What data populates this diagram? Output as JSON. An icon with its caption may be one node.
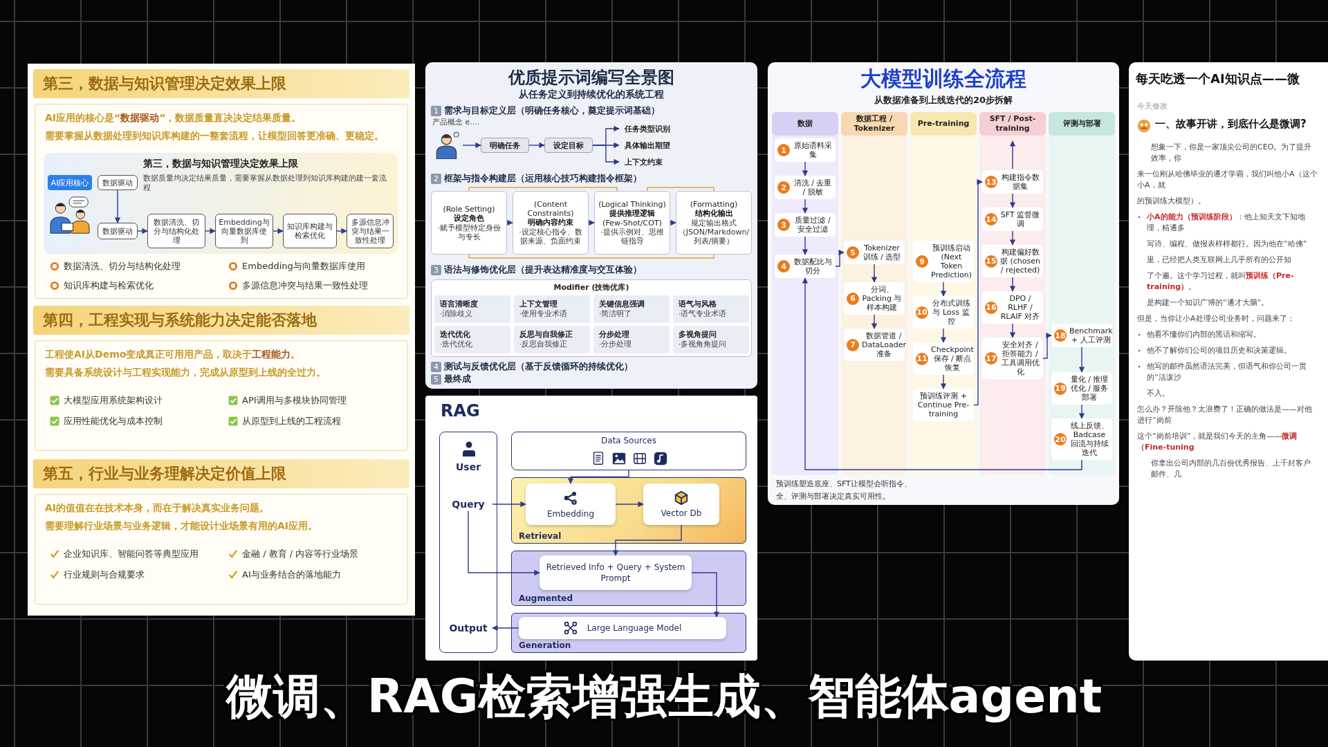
{
  "diagram": {
    "caption": "微调、RAG检索增强生成、智能体agent",
    "nodes": [
      {
        "text": [
          "第三，数据与知识管理决定效果上限"
        ]
      },
      {
        "text": [
          "AI应用的核心是“**数据驱动**”，数据质量直决决定结果质量。",
          "需要掌握从数据处理到知识库构建的一整套流程，让模型回答更准确、更稳定。"
        ]
      },
      {
        "text": [
          "第三，数据与知识管理决定效果上限"
        ],
        "in": 1
      },
      {
        "text": [
          "AI应用核心"
        ],
        "in": 2
      },
      {
        "text": [
          "数据驱动"
        ],
        "in": 2,
        "beside": [
          "数据质量均决定结果质量，需要掌握从数据处理到知识库构建的建一套流程"
        ]
      },
      {
        "text": [
          "数据驱动"
        ],
        "in": 2
      },
      {
        "text": [
          "数据清洗、切分与结构化处理"
        ],
        "in": 2
      },
      {
        "text": [
          "Embedding与向量数据库使到"
        ],
        "in": 2
      },
      {
        "text": [
          "知识库构建与检索优化"
        ],
        "in": 2
      },
      {
        "text": [
          "多源信息冲突与结果一致性处理"
        ],
        "in": 2
      },
      {
        "text": [
          "第四，工程实现与系统能力决定能否落地"
        ]
      },
      {
        "text": [
          "工程使AI从Demo变成真正可用用产品，取决于**工程能力**。",
          "需要具备系统设计与工程实现能力，完成从原型到上线的全过力。"
        ]
      },
      {
        "text": [
          "第五，行业与业务理解决定价值上限"
        ]
      },
      {
        "text": [
          "AI的值值在在技术本身，而在于解决真实业务问题。",
          "需要理解行业场景与业务逻辑，才能设计业场景有用的AI应用。"
        ]
      },
      {
        "text": [
          "优质提示词编写全景图",
          "从任务定义到持续优化的系统工程"
        ]
      },
      {
        "text": [],
        "shape": "person",
        "in": 14,
        "beside": [
          "产品概念 e...."
        ]
      },
      {
        "text": [
          "明确任务"
        ],
        "in": 14
      },
      {
        "text": [
          "设定目标"
        ],
        "in": 14
      },
      {
        "text": [
          "任务类型识别"
        ],
        "in": 14
      },
      {
        "text": [
          "具体输出期望"
        ],
        "in": 14
      },
      {
        "text": [
          "上下文约束"
        ],
        "in": 14
      },
      {
        "text": [
          "(Role Setting)",
          "设定角色",
          "·赋予模型特定身份与专长"
        ],
        "in": 14
      },
      {
        "text": [
          "(Content Constraints)",
          "明确内容约束",
          "·设定核心指令、数据来源、负面约束"
        ],
        "in": 14
      },
      {
        "text": [
          "(Logical Thinking)",
          "提供推理逻辑",
          "(Few-Shot/COT)",
          "·提供示例对、思维链指导"
        ],
        "in": 14
      },
      {
        "text": [
          "(Formatting)",
          "结构化输出",
          "规定输出格式（JSON/Markdown/列表/摘要）"
        ],
        "in": 14
      },
      {
        "text": [
          "Modifier (技饰优库)"
        ],
        "in": 14
      },
      {
        "text": [
          "语言清晰度",
          "·消除歧义"
        ],
        "in": 25
      },
      {
        "text": [
          "上下文管理",
          "·使用专业术语"
        ],
        "in": 25
      },
      {
        "text": [
          "关键信息强调",
          "·简洁明了"
        ],
        "in": 25
      },
      {
        "text": [
          "语气与风格",
          "·语气专业术语"
        ],
        "in": 25
      },
      {
        "text": [
          "迭代优化",
          "·迭代优化"
        ],
        "in": 25
      },
      {
        "text": [
          "反思与自我修正",
          "·反思自我修正"
        ],
        "in": 25
      },
      {
        "text": [
          "分步处理",
          "·分步处理"
        ],
        "in": 25
      },
      {
        "text": [
          "多视角提问",
          "·多视角角提问"
        ],
        "in": 25
      },
      {
        "text": [
          "大模型训练全流程",
          "从数据准备到上线迭代的20步拆解"
        ]
      },
      {
        "text": [
          "数据"
        ],
        "in": 34
      },
      {
        "text": [
          "数据工程 / Tokenizer"
        ],
        "in": 34
      },
      {
        "text": [
          "Pre-training"
        ],
        "in": 34
      },
      {
        "text": [
          "SFT / Post-training"
        ],
        "in": 34
      },
      {
        "text": [
          "评测与部署"
        ],
        "in": 34
      },
      {
        "text": [
          "1",
          "原始语料采集"
        ],
        "in": 35
      },
      {
        "text": [
          "2",
          "清洗 / 去重 / 脱敏"
        ],
        "in": 35
      },
      {
        "text": [
          "3",
          "质量过滤 / 安全过滤"
        ],
        "in": 35
      },
      {
        "text": [
          "4",
          "数据配比与切分"
        ],
        "in": 35
      },
      {
        "text": [
          "5",
          "Tokenizer 训练 / 选型"
        ],
        "in": 36
      },
      {
        "text": [
          "6",
          "分词、Packing 与样本构建"
        ],
        "in": 36
      },
      {
        "text": [
          "7",
          "数据管道 / DataLoader 准备"
        ],
        "in": 36
      },
      {
        "text": [
          "9",
          "预训练启动 (Next Token Prediction)"
        ],
        "in": 37
      },
      {
        "text": [
          "10",
          "分布式训练与 Loss 监控"
        ],
        "in": 37
      },
      {
        "text": [
          "11",
          "Checkpoint 保存 / 断点恢复"
        ],
        "in": 37
      },
      {
        "text": [
          "预训练评测 + Continue Pre-training"
        ],
        "in": 37
      },
      {
        "text": [
          "13",
          "构建指令数据集"
        ],
        "in": 38
      },
      {
        "text": [
          "14",
          "SFT 监督微调"
        ],
        "in": 38
      },
      {
        "text": [
          "15",
          "构建偏好数据 (chosen / rejected)"
        ],
        "in": 38
      },
      {
        "text": [
          "16",
          "DPO / RLHF / RLAIF 对齐"
        ],
        "in": 38
      },
      {
        "text": [
          "17",
          "安全对齐 / 拒答能力 / 工具调用优化"
        ],
        "in": 38
      },
      {
        "text": [
          "18",
          "Benchmark + 人工评测"
        ],
        "in": 39
      },
      {
        "text": [
          "19",
          "量化 / 推理优化 / 服务部署"
        ],
        "in": 39
      },
      {
        "text": [
          "20",
          "线上反馈、Badcase 回流与持续迭代"
        ],
        "in": 39
      },
      {
        "text": [
          "每天吃透一个AI知识点——微"
        ]
      },
      {
        "text": [
          "RAG"
        ]
      },
      {
        "text": [
          "User"
        ],
        "in": 60
      },
      {
        "text": [
          "Query"
        ],
        "in": 61
      },
      {
        "text": [
          "Output"
        ],
        "in": 61
      },
      {
        "text": [
          "Data Sources"
        ],
        "in": 60
      },
      {
        "text": [
          "Retrieval"
        ],
        "in": 60
      },
      {
        "text": [
          "Embedding"
        ],
        "in": 65
      },
      {
        "text": [
          "Vector Db"
        ],
        "in": 65
      },
      {
        "text": [
          "Augmented"
        ],
        "in": 60
      },
      {
        "text": [
          "Retrieved Info + Query + System Prompt"
        ],
        "in": 68
      },
      {
        "text": [
          "Generation"
        ],
        "in": 60
      },
      {
        "text": [
          "Large Language Model"
        ],
        "in": 70
      }
    ],
    "edges": [
      {
        "from": 4,
        "to": 5,
        "arrow": "to"
      },
      {
        "from": 5,
        "to": 6,
        "arrow": "to"
      },
      {
        "from": 6,
        "to": 7,
        "arrow": "to"
      },
      {
        "from": 7,
        "to": 8,
        "arrow": "to"
      },
      {
        "from": 8,
        "to": 9,
        "arrow": "to"
      },
      {
        "from": 15,
        "to": 16,
        "arrow": "to"
      },
      {
        "from": 16,
        "to": 17,
        "arrow": "to"
      },
      {
        "from": 17,
        "to": 18,
        "arrow": "to"
      },
      {
        "from": 17,
        "to": 19,
        "arrow": "to"
      },
      {
        "from": 17,
        "to": 20,
        "arrow": "to"
      },
      {
        "from": 21,
        "to": 22,
        "arrow": "to"
      },
      {
        "from": 22,
        "to": 23,
        "arrow": "to"
      },
      {
        "from": 23,
        "to": 24,
        "arrow": "to"
      },
      {
        "from": 21,
        "to": 23,
        "arrow": "none",
        "color": "#e3a33a"
      },
      {
        "from": 23,
        "to": 24,
        "arrow": "none",
        "color": "#e3a33a"
      },
      {
        "from": 21,
        "to": 24,
        "arrow": "none",
        "color": "#e3a33a"
      },
      {
        "from": 40,
        "to": 41,
        "arrow": "to"
      },
      {
        "from": 41,
        "to": 42,
        "arrow": "to"
      },
      {
        "from": 42,
        "to": 43,
        "arrow": "to"
      },
      {
        "from": 43,
        "to": 44,
        "arrow": "to"
      },
      {
        "from": 44,
        "to": 45,
        "arrow": "to"
      },
      {
        "from": 45,
        "to": 46,
        "arrow": "to"
      },
      {
        "from": 47,
        "to": 48,
        "arrow": "to"
      },
      {
        "from": 48,
        "to": 49,
        "arrow": "to"
      },
      {
        "from": 49,
        "to": 50,
        "arrow": "to"
      },
      {
        "from": 50,
        "to": 51,
        "arrow": "to"
      },
      {
        "from": 51,
        "to": null,
        "arrow": "to"
      },
      {
        "from": 51,
        "to": 52,
        "arrow": "to"
      },
      {
        "from": 52,
        "to": 53,
        "arrow": "to"
      },
      {
        "from": 53,
        "to": 54,
        "arrow": "to"
      },
      {
        "from": 54,
        "to": 55,
        "arrow": "to"
      },
      {
        "from": 55,
        "to": 56,
        "arrow": "to"
      },
      {
        "from": 56,
        "to": 57,
        "arrow": "to"
      },
      {
        "from": 57,
        "to": 58,
        "arrow": "to"
      },
      {
        "from": 58,
        "to": 43,
        "arrow": "to"
      },
      {
        "from": 64,
        "to": 66,
        "arrow": "to"
      },
      {
        "from": 62,
        "to": 66,
        "arrow": "to"
      },
      {
        "from": 66,
        "to": 67,
        "arrow": "to"
      },
      {
        "from": 67,
        "to": 69,
        "arrow": "to"
      },
      {
        "from": 62,
        "to": 69,
        "arrow": "to"
      },
      {
        "from": 69,
        "to": 71,
        "arrow": "to"
      },
      {
        "from": 71,
        "to": 63,
        "arrow": "to"
      }
    ],
    "labels": [
      "数据清洗、切分与结构化处理",
      "Embedding与向量数据库使用",
      "知识库构建与检索优化",
      "多源信息冲突与结果一致性处理",
      "大模型应用系统架构设计",
      "API调用与多模块协同管理",
      "应用性能优化与成本控制",
      "从原型到上线的工程流程",
      "企业知识库、智能问答等典型应用",
      "金融 / 教育 / 内容等行业场景",
      "行业规则与合规要求",
      "AI与业务结合的落地能力",
      "1",
      "需求与目标定义层（明确任务核心，奠定提示词基础）",
      "2",
      "框架与指令构建层（运用核心技巧构建指令框架）",
      "3",
      "语法与修饰优化层（提升表达精准度与交互体验）",
      "4",
      "测试与反馈优化层（基于反馈循环的持续优化）",
      "5",
      "最终成",
      "预训练塑造底座、SFT让模型会听指令、",
      "全、评测与部署决定真实可用性。",
      "今天修改",
      "一、故事开讲，到底什么是微调?",
      "想象一下，你是一家顶尖公司的CEO。为了提升效率，你",
      "来一位刚从哈佛毕业的通才学霸，我们叫他小A（这个小A，就",
      "的预训练大模型）。",
      "**小A的能力（预训练阶段）**：他上知天文下知地理，精通多",
      "写诗、编程、做报表样样都行。因为他在“哈佛”",
      "里，已经把人类互联网上几乎所有的公开知",
      "了个遍。这个学习过程，就叫**预训练（Pre-training）**。",
      "是构建一个知识广博的“通才大脑”。",
      "但是，当你让小A处理公司业务时，问题来了：",
      "他看不懂你们内部的黑话和缩写。",
      "他不了解你们公司的项目历史和决策逻辑。",
      "他写的邮件虽然语法完美，但语气和你公司一贯的“活泼沙",
      "不入。",
      "怎么办？开除他？太浪费了！正确的做法是——对他进行“岗前",
      "这个“岗前培训”，就是我们今天的主角——**微调（Fine-tuning**",
      "你拿出公司内部的几百份优秀报告、上千封客户邮件、几"
    ]
  }
}
